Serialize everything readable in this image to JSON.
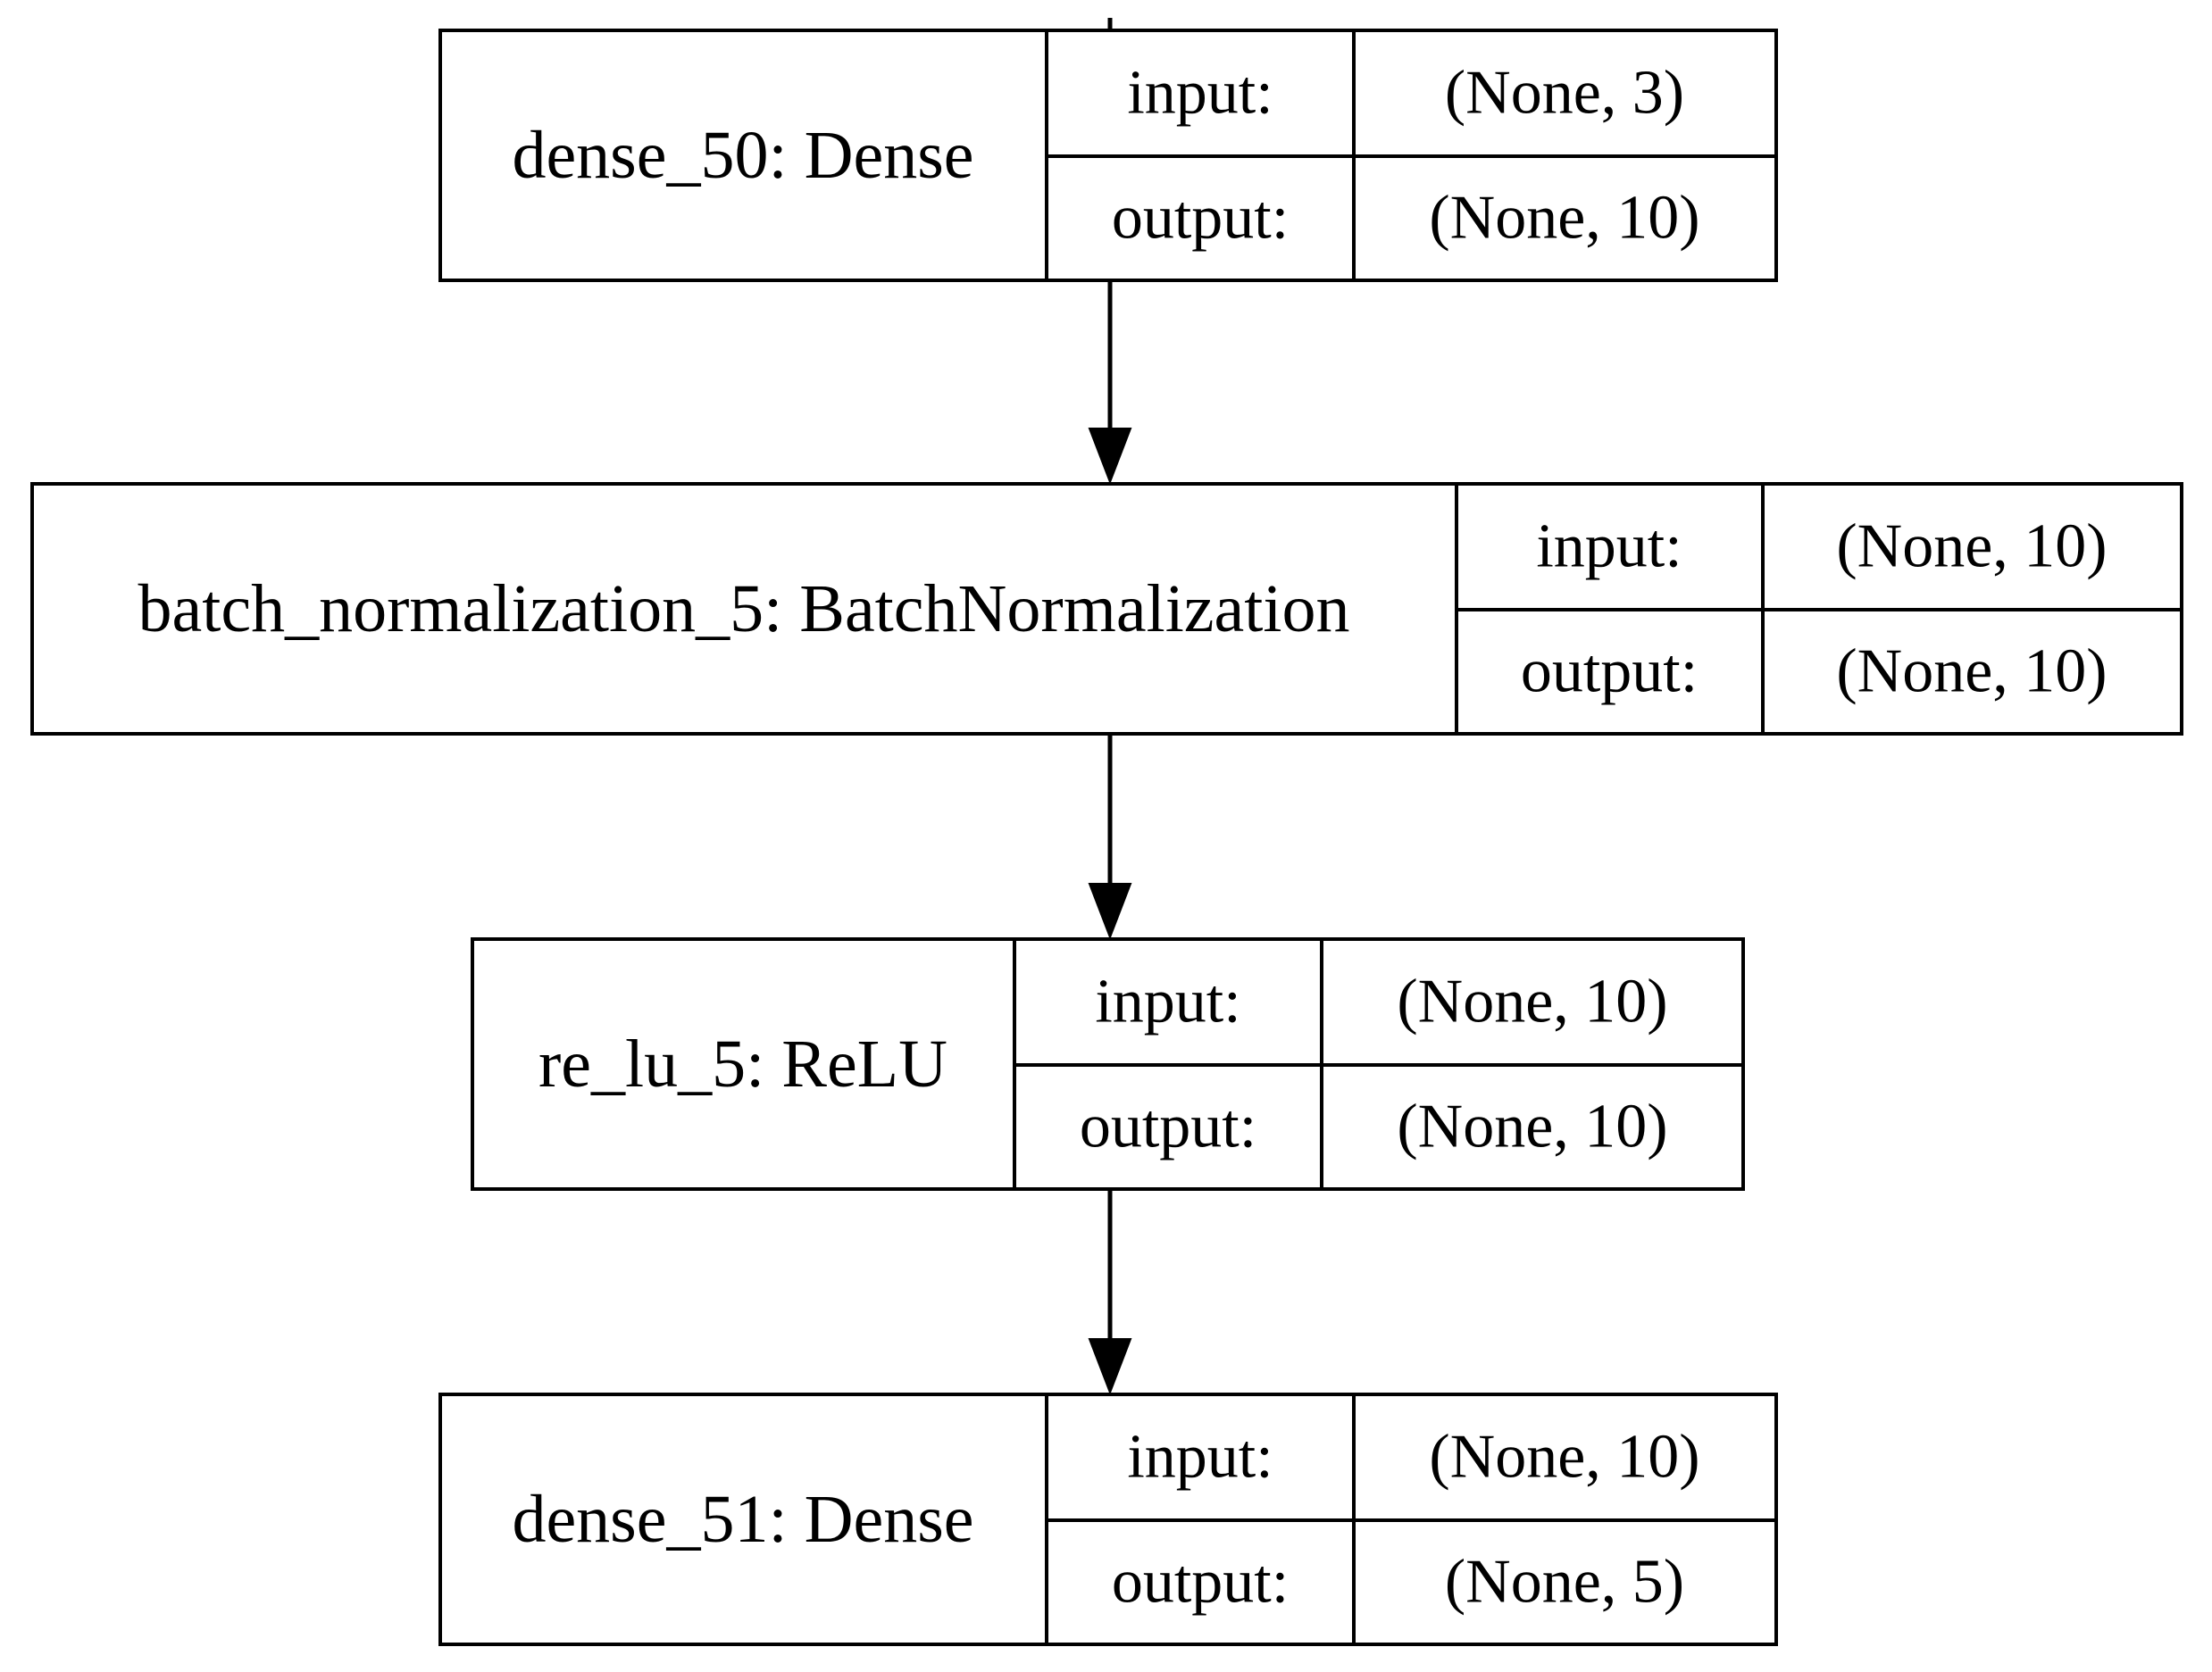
{
  "nodes": [
    {
      "name": "dense_50: Dense",
      "input_label": "input:",
      "input_value": "(None, 3)",
      "output_label": "output:",
      "output_value": "(None, 10)"
    },
    {
      "name": "batch_normalization_5: BatchNormalization",
      "input_label": "input:",
      "input_value": "(None, 10)",
      "output_label": "output:",
      "output_value": "(None, 10)"
    },
    {
      "name": "re_lu_5: ReLU",
      "input_label": "input:",
      "input_value": "(None, 10)",
      "output_label": "output:",
      "output_value": "(None, 10)"
    },
    {
      "name": "dense_51: Dense",
      "input_label": "input:",
      "input_value": "(None, 10)",
      "output_label": "output:",
      "output_value": "(None, 5)"
    }
  ],
  "edges": [
    {
      "from": 0,
      "to": 1
    },
    {
      "from": 1,
      "to": 2
    },
    {
      "from": 2,
      "to": 3
    }
  ]
}
